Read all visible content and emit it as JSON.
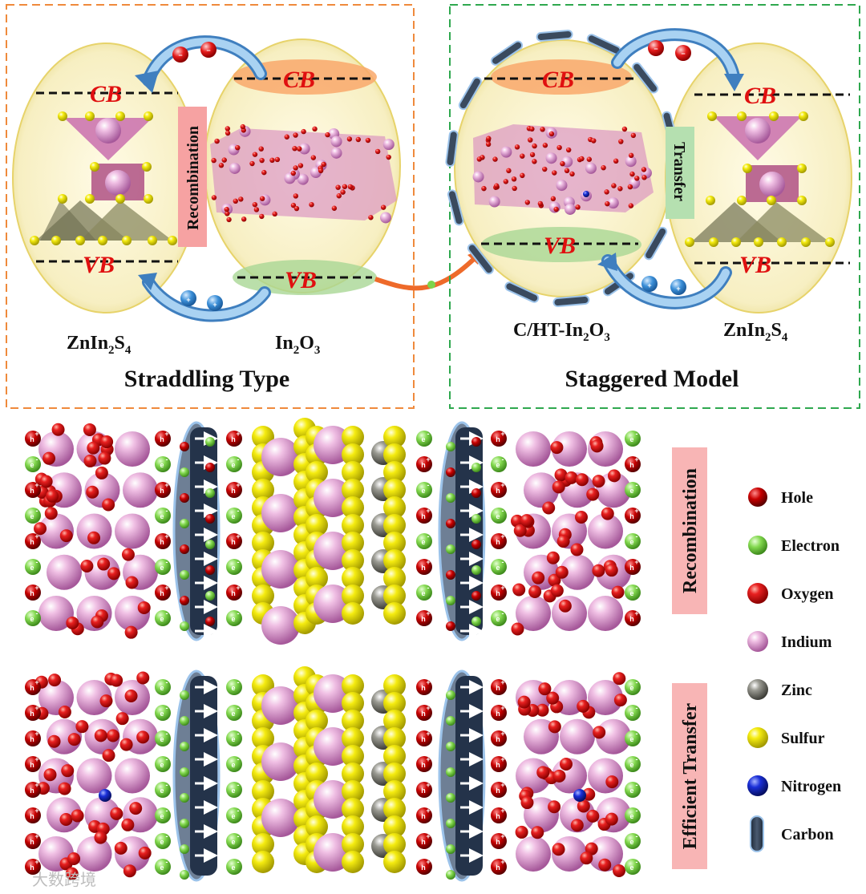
{
  "panels": {
    "left": {
      "title": "Straddling Type",
      "material_a": "ZnIn",
      "material_a_sub1": "2",
      "material_a_mid": "S",
      "material_a_sub2": "4",
      "material_b": "In",
      "material_b_sub1": "2",
      "material_b_mid": "O",
      "material_b_sub2": "3",
      "cb": "CB",
      "vb": "VB",
      "process": "Recombination",
      "border_color": "#ef8a3c"
    },
    "right": {
      "title": "Staggered Model",
      "material_a": "C/HT-In",
      "material_a_sub1": "2",
      "material_a_mid": "O",
      "material_a_sub2": "3",
      "material_b": "ZnIn",
      "material_b_sub1": "2",
      "material_b_mid": "S",
      "material_b_sub2": "4",
      "cb": "CB",
      "vb": "VB",
      "process": "Transfer",
      "border_color": "#2fa84f"
    }
  },
  "side_labels": {
    "top": "Recombination",
    "bottom": "Efficient Transfer"
  },
  "legend": [
    {
      "label": "Hole",
      "icon": "hole-icon",
      "color": "#c40000"
    },
    {
      "label": "Electron",
      "icon": "electron-icon",
      "color": "#7cd34f"
    },
    {
      "label": "Oxygen",
      "icon": "oxygen-atom-icon",
      "color": "#e01818"
    },
    {
      "label": "Indium",
      "icon": "indium-atom-icon",
      "color": "#d98fc6"
    },
    {
      "label": "Zinc",
      "icon": "zinc-atom-icon",
      "color": "#8a8a80"
    },
    {
      "label": "Sulfur",
      "icon": "sulfur-atom-icon",
      "color": "#f2e600"
    },
    {
      "label": "Nitrogen",
      "icon": "nitrogen-atom-icon",
      "color": "#1a2fd8"
    },
    {
      "label": "Carbon",
      "icon": "carbon-layer-icon",
      "color": "#3a4a5e"
    }
  ],
  "charges": {
    "hole_letter": "h",
    "hole_sign": "+",
    "electron_letter": "e",
    "electron_sign": "-",
    "plus": "+",
    "minus": "−"
  },
  "watermark": "大数跨境"
}
